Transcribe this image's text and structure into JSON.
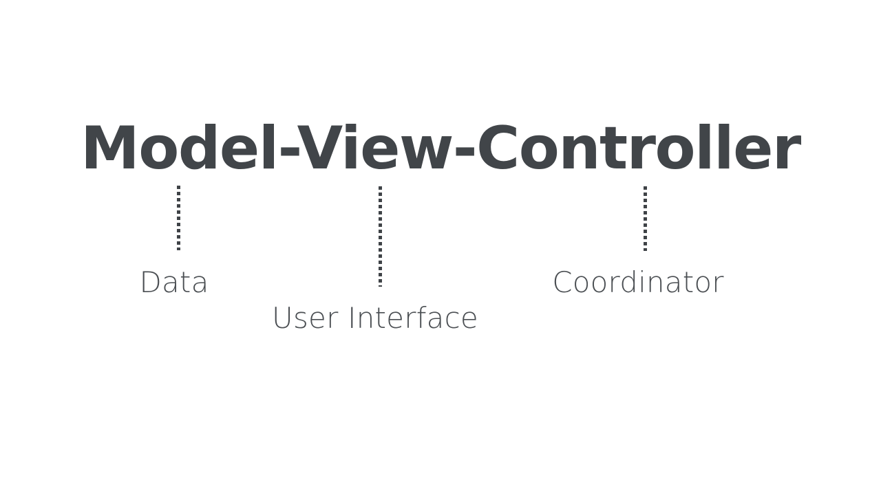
{
  "slide": {
    "background_color": "#ffffff",
    "title": "Model-View-Controller",
    "title_color": "#414549",
    "label_color": "#4a4e52",
    "connector_color": "#3f4347",
    "nodes": [
      {
        "term": "Model",
        "label": "Data",
        "connector_name": "connector-model"
      },
      {
        "term": "View",
        "label": "User Interface",
        "connector_name": "connector-view"
      },
      {
        "term": "Controller",
        "label": "Coordinator",
        "connector_name": "connector-controller"
      }
    ]
  }
}
